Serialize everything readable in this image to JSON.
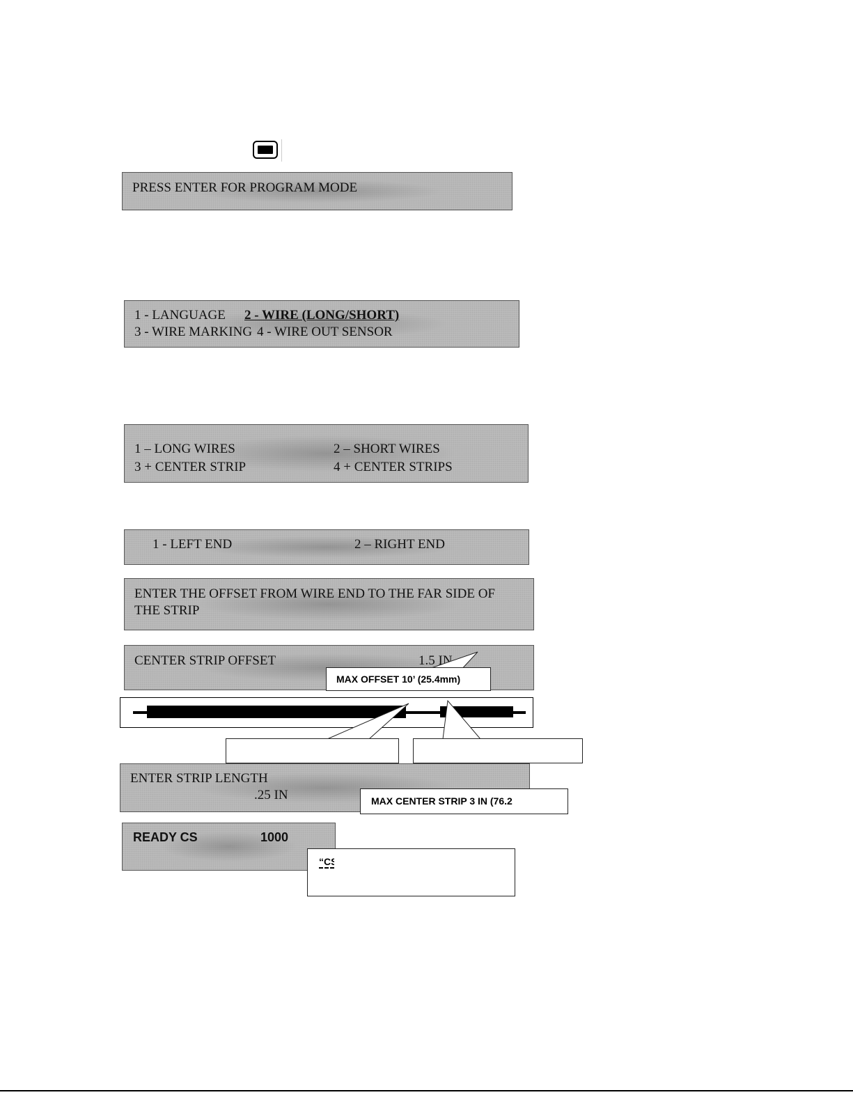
{
  "panel1": {
    "text": "PRESS ENTER FOR PROGRAM MODE"
  },
  "panel2": {
    "item1": "1 - LANGUAGE",
    "item2": "2 - WIRE (LONG/SHORT)",
    "item3": "3 - WIRE MARKING",
    "item4": "4 - WIRE OUT SENSOR"
  },
  "panel3": {
    "item1": "1 – LONG WIRES",
    "item2": "2 – SHORT WIRES",
    "item3": "3 + CENTER STRIP",
    "item4": "4 + CENTER STRIPS"
  },
  "panel4": {
    "item1": "1 - LEFT END",
    "item2": "2 – RIGHT END"
  },
  "panel5": {
    "line1": "ENTER THE OFFSET FROM WIRE END TO THE FAR SIDE OF",
    "line2": "THE STRIP"
  },
  "panel6": {
    "label": "CENTER STRIP OFFSET",
    "value": "1.5 IN"
  },
  "callout_offset": {
    "text": "MAX OFFSET 10’ (25.4mm)"
  },
  "panel7": {
    "label": "ENTER STRIP LENGTH",
    "value": ".25 IN"
  },
  "callout_strip": {
    "text": "MAX CENTER STRIP 3 IN (76.2"
  },
  "panel8": {
    "label": "READY CS",
    "value": "1000"
  },
  "callout_cs": {
    "text": "“CS"
  },
  "colors": {
    "lcd_background": "#bdbdbd",
    "wire": "#000000"
  },
  "icons": {
    "key_icon": "enter-key-icon"
  }
}
